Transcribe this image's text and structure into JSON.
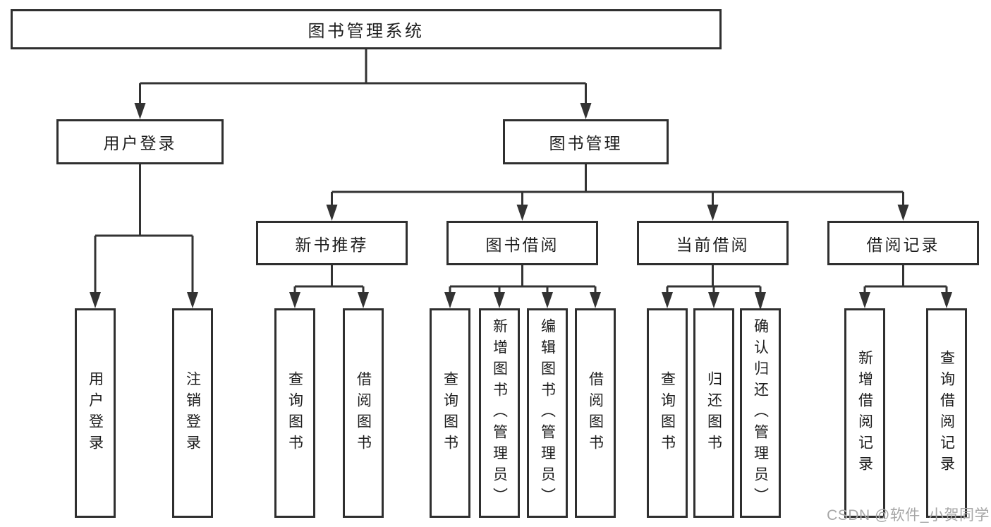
{
  "diagram": {
    "root": {
      "label": "图书管理系统"
    },
    "level2": {
      "user_login": {
        "label": "用户登录"
      },
      "book_management": {
        "label": "图书管理"
      }
    },
    "level3": {
      "new_book_recommend": {
        "label": "新书推荐"
      },
      "book_borrowing": {
        "label": "图书借阅"
      },
      "current_borrowing": {
        "label": "当前借阅"
      },
      "borrowing_records": {
        "label": "借阅记录"
      }
    },
    "leaves": {
      "user_login": {
        "label": "用户登录"
      },
      "logout": {
        "label": "注销登录"
      },
      "nb_search_books": {
        "label": "查询图书"
      },
      "nb_borrow_books": {
        "label": "借阅图书"
      },
      "bb_search_books": {
        "label": "查询图书"
      },
      "bb_add_books": {
        "label": "新增图书（管理员）"
      },
      "bb_edit_books": {
        "label": "编辑图书（管理员）"
      },
      "bb_borrow_books": {
        "label": "借阅图书"
      },
      "cb_search_books": {
        "label": "查询图书"
      },
      "cb_return_books": {
        "label": "归还图书"
      },
      "cb_confirm_return": {
        "label": "确认归还（管理员）"
      },
      "br_add_record": {
        "label": "新增借阅记录"
      },
      "br_search_record": {
        "label": "查询借阅记录"
      }
    }
  },
  "watermark": {
    "text": "CSDN @软件_小贺同学"
  },
  "colors": {
    "line": "#333333",
    "border": "#2f2f2f",
    "text": "#1d1d1d",
    "watermark": "#a6a6a6",
    "background": "#ffffff"
  }
}
